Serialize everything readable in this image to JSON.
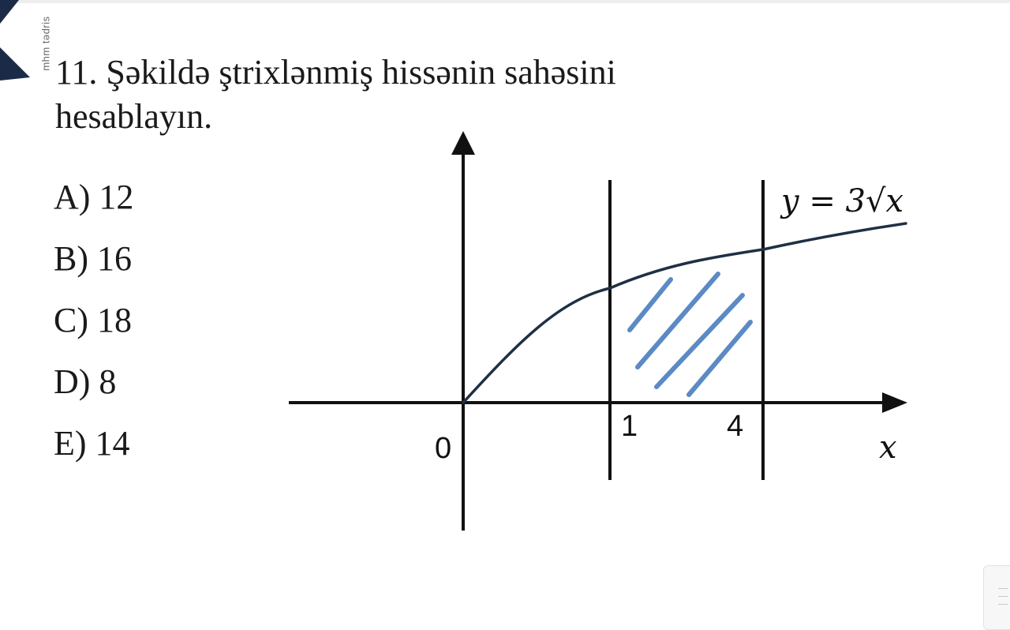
{
  "watermark": {
    "text": "mhm tədris"
  },
  "question": {
    "line1": "11. Şəkildə ştrixlənmiş hissənin sahəsini",
    "line2": "hesablayın."
  },
  "options": [
    {
      "label": "A) 12"
    },
    {
      "label": "B) 16"
    },
    {
      "label": "C) 18"
    },
    {
      "label": "D) 8"
    },
    {
      "label": "E) 14"
    }
  ],
  "graph": {
    "function_label": "y = 3√x",
    "origin_label": "0",
    "x_axis_label": "x",
    "bound_left_label": "1",
    "bound_right_label": "4",
    "curve_color": "#1f3044",
    "hatch_color": "#5b8ac4",
    "axis_color": "#111111"
  },
  "icons": {
    "logo": "brand-logo-icon",
    "scroll": "scroll-handle-icon"
  }
}
